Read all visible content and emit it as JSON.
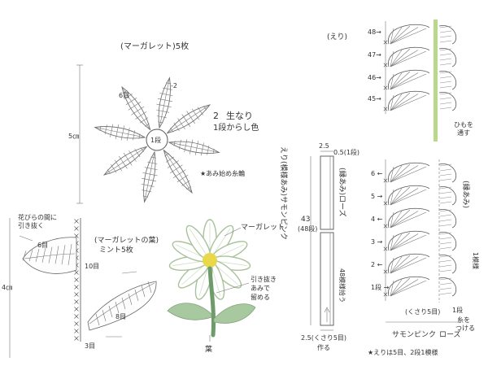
{
  "diagram": {
    "daisy": {
      "title": "(マーガレット)5枚",
      "row_6": "6目",
      "row_minus2": "-2",
      "height": "5㎝",
      "center_round": "1段",
      "color_num": "2",
      "color_name": "生なり",
      "color_note": "1段からし色",
      "start_note": "★あみ始め糸輪"
    },
    "leaf": {
      "between_petals_1": "花びらの間に",
      "between_petals_2": "引き抜く",
      "title": "(マーガレットの葉)",
      "subtitle": "ミント5枚",
      "row_6": "6目",
      "row_10": "10目",
      "row_8": "8目",
      "row_3": "3目",
      "height": "4㎝"
    },
    "flower": {
      "label_margaret": "マーガレット",
      "note_1": "引き抜き",
      "note_2": "あみで",
      "note_3": "留める",
      "label_leaf": "葉"
    },
    "collar_strip": {
      "side_label": "えり(模様あみ)サモンピンク",
      "top_width": "2.5",
      "top_note": "0.5(1段)",
      "pattern_label": "(縁あみ)ローズ",
      "length": "43",
      "rows": "(48段)",
      "pattern_rows": "48模様拾う",
      "bottom": "2.5(くさり5目)",
      "bottom_2": "作る"
    },
    "collar_chart": {
      "title": "(えり)",
      "top_rows": [
        "48",
        "47",
        "46",
        "45"
      ],
      "bottom_rows": [
        "6",
        "5",
        "4",
        "3",
        "2",
        "1段"
      ],
      "string_note_1": "ひもを",
      "string_note_2": "通す",
      "edge_label": "(縁あみ)",
      "pattern_unit_1": "1模様",
      "chain_5": "(くさり5目)",
      "row_1": "1段",
      "thread_1": "糸を",
      "thread_2": "つける",
      "color_a": "サモンピンク",
      "color_b": "ローズ",
      "footer": "★えりは5目、2段1模様"
    }
  },
  "colors": {
    "line": "#555555",
    "flower_center": "#e8d84a",
    "leaf": "#a8c9a0",
    "stem": "#6f9a6a",
    "string": "#b9d98a"
  }
}
